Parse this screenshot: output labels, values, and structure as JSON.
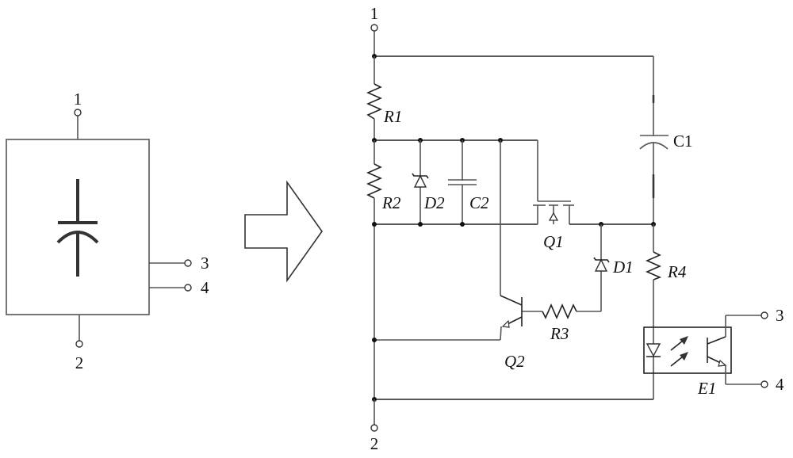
{
  "diagram": {
    "left_block": {
      "terminals": [
        "1",
        "2",
        "3",
        "4"
      ],
      "symbol": "capacitor-icon"
    },
    "transform_arrow": "arrow-right-icon",
    "circuit": {
      "terminals": {
        "t1": "1",
        "t2": "2",
        "t3": "3",
        "t4": "4"
      },
      "components": {
        "R1": "R1",
        "R2": "R2",
        "R3": "R3",
        "R4": "R4",
        "D1": "D1",
        "D2": "D2",
        "C1": "C1",
        "C2": "C2",
        "Q1": "Q1",
        "Q2": "Q2",
        "E1": "E1"
      }
    },
    "colors": {
      "line": "#555555",
      "ink": "#111111",
      "background": "#ffffff"
    }
  }
}
